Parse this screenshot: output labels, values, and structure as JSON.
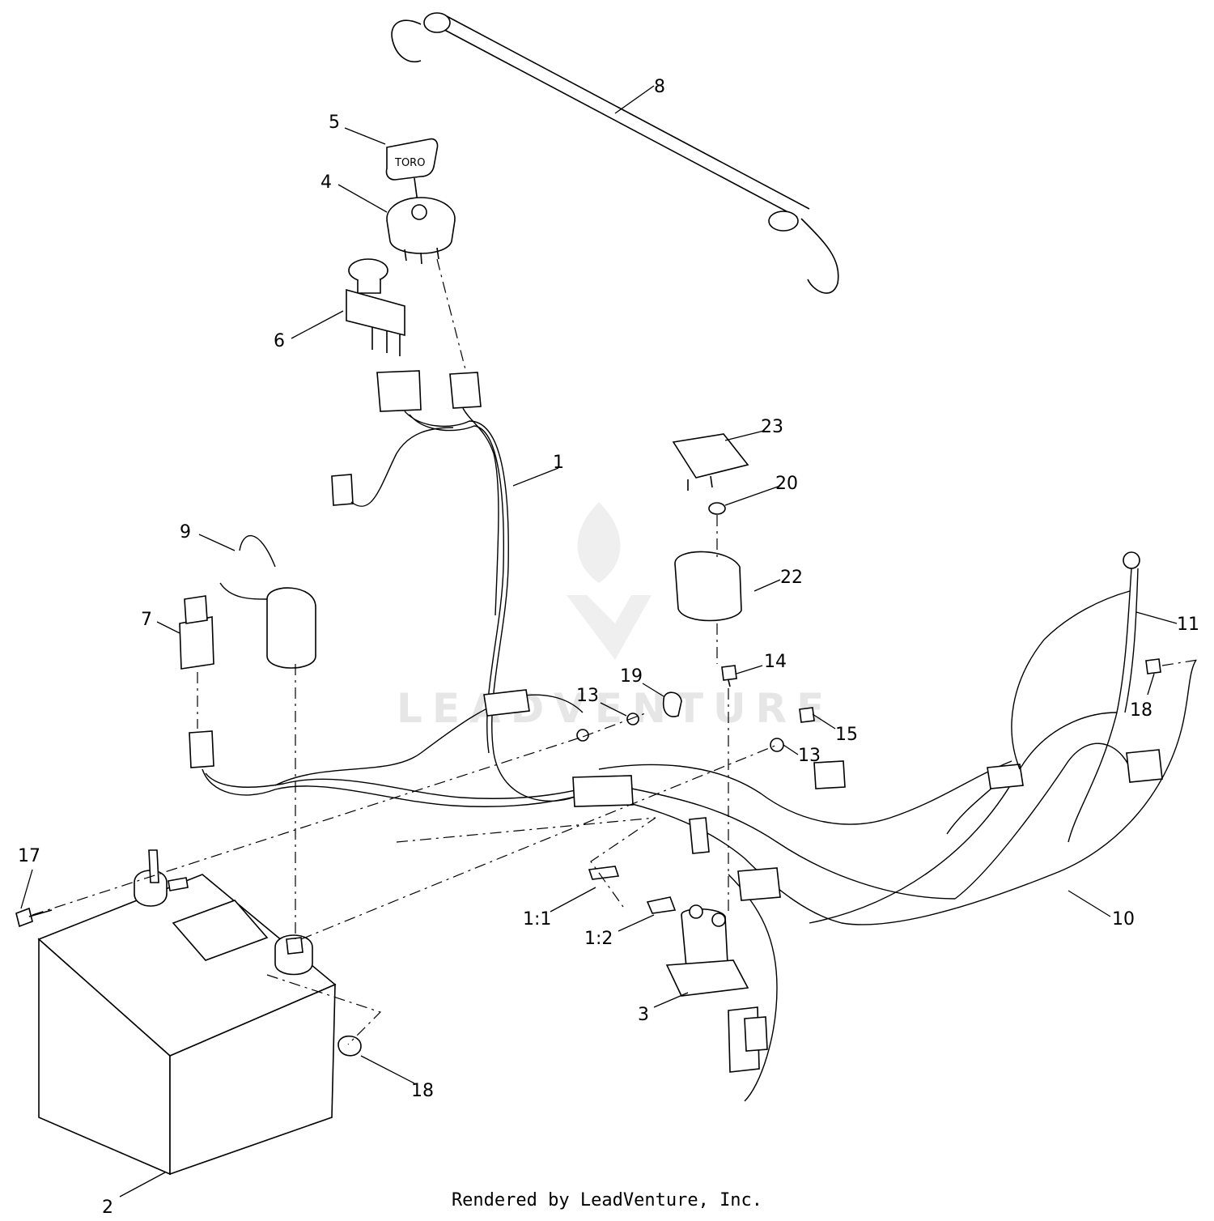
{
  "watermark": "LEADVENTURE",
  "footer": "Rendered by LeadVenture, Inc.",
  "key_label": "TORO",
  "callouts": {
    "c1": "1",
    "c2": "2",
    "c3": "3",
    "c4": "4",
    "c5": "5",
    "c6": "6",
    "c7": "7",
    "c8": "8",
    "c9": "9",
    "c10": "10",
    "c11": "11",
    "c13a": "13",
    "c13b": "13",
    "c14": "14",
    "c15": "15",
    "c17": "17",
    "c18a": "18",
    "c18b": "18",
    "c19": "19",
    "c20": "20",
    "c22": "22",
    "c23": "23",
    "c1_1": "1:1",
    "c1_2": "1:2"
  }
}
